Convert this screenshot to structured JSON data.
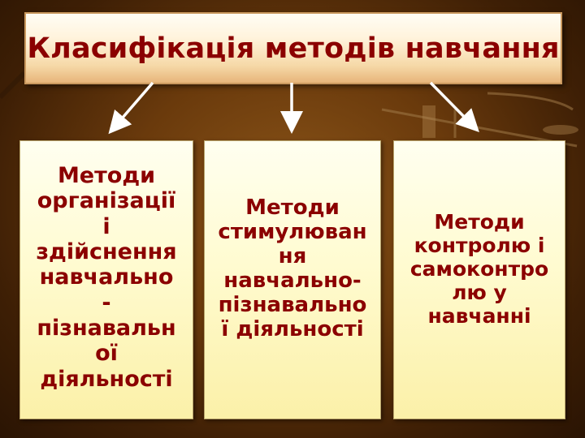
{
  "title": "Класифікація методів навчання",
  "cards": [
    {
      "text": "Методи\nорганізації\nі\nздійснення\nнавчально\n-\nпізнавальн\nої\nдіяльності"
    },
    {
      "text": "Методи\nстимулюван\nня\nнавчально-\nпізнавально\nї діяльності"
    },
    {
      "text": "Методи\nконтролю і\nсамоконтро\nлю у\nнавчанні"
    }
  ],
  "colors": {
    "text": "#8b0000",
    "background": "#6a3a0c",
    "card": "#fffbd0"
  }
}
